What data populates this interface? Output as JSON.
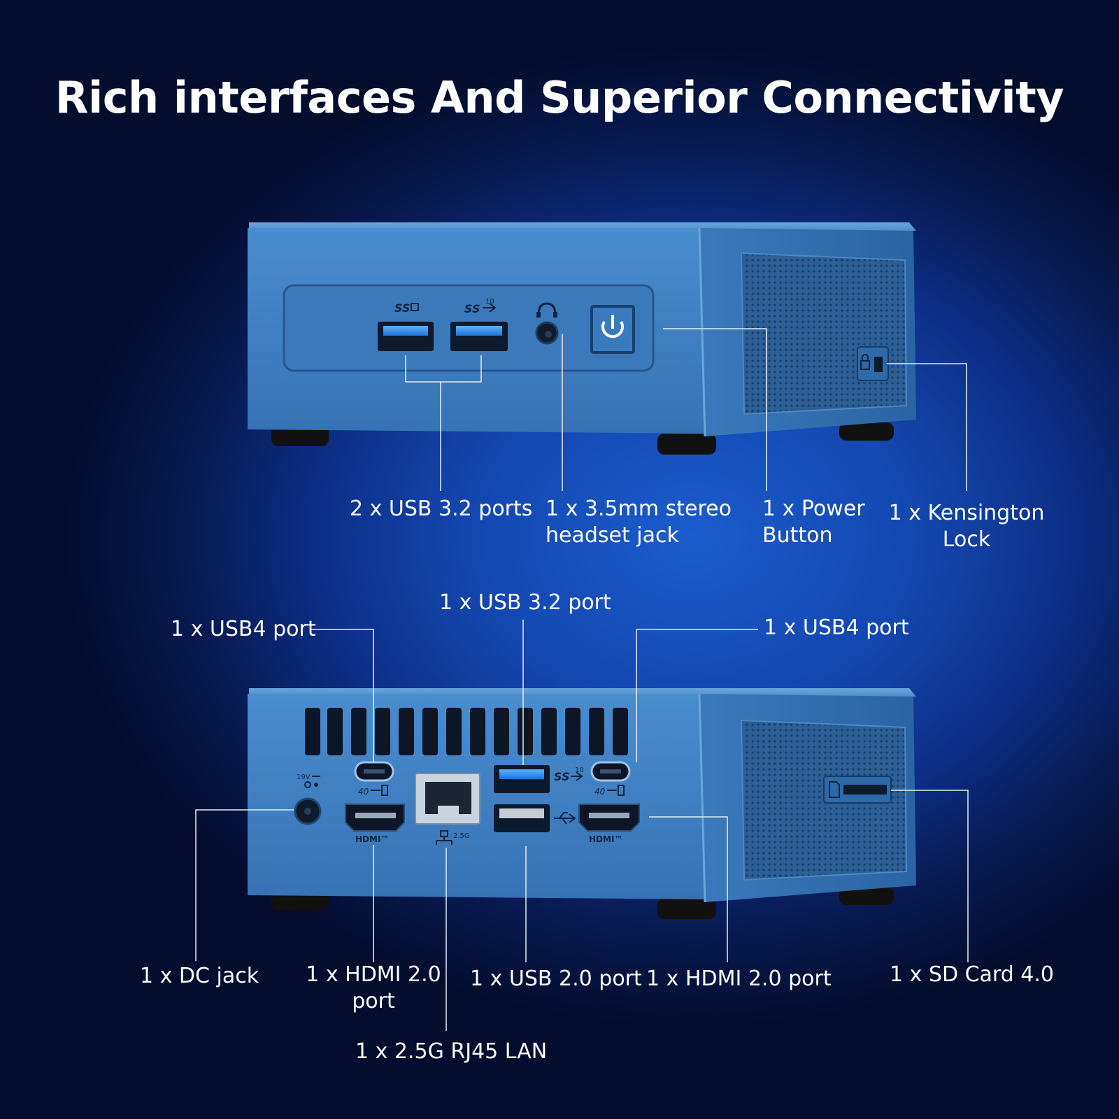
{
  "title": "Rich interfaces And Superior Connectivity",
  "colors": {
    "background_center": "#1a5ccc",
    "background_edge": "#040d2e",
    "device_face": "#3d7fc1",
    "device_side": "#2a6aaa",
    "leader_line": "#e6eef8",
    "usb_blue": "#2f8ff0"
  },
  "front": {
    "usb_ports_label": "2 x USB 3.2 ports",
    "headset_label_line1": "1 x 3.5mm stereo",
    "headset_label_line2": "headset jack",
    "power_label_line1": "1 x Power",
    "power_label_line2": "Button",
    "kensington_label_line1": "1 x Kensington",
    "kensington_label_line2": "Lock",
    "icons": [
      "usb-ss-icon",
      "usb-ss10-icon",
      "headphone-icon",
      "power-icon",
      "lock-icon"
    ]
  },
  "rear": {
    "usb4_left_label": "1 x USB4 port",
    "usb32_label": "1 x USB 3.2 port",
    "usb4_right_label": "1 x USB4 port",
    "dc_jack_label": "1 x DC jack",
    "hdmi_left_label_line1": "1 x HDMI 2.0",
    "hdmi_left_label_line2": "port",
    "lan_label": "1 x 2.5G RJ45 LAN",
    "usb20_label": "1 x USB 2.0 port",
    "hdmi_right_label": "1 x HDMI 2.0 port",
    "sd_label": "1 x SD Card 4.0",
    "port_marks": {
      "dc_voltage": "19V",
      "hdmi_mark": "HDMI™",
      "lan_speed": "2.5G",
      "ss10": "10",
      "usb4_speed": "40"
    },
    "icons": [
      "dc-polarity-icon",
      "thunderbolt-icon",
      "hdmi-icon",
      "ethernet-icon",
      "usb-icon",
      "sd-card-icon"
    ]
  }
}
